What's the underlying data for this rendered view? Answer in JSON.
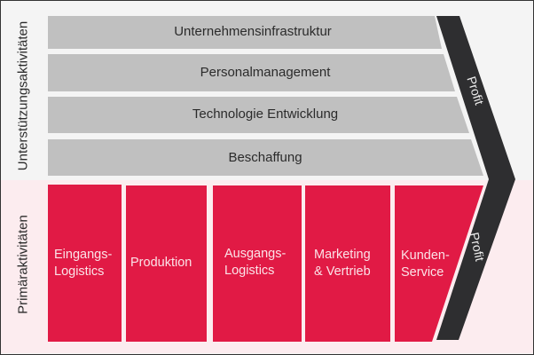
{
  "support_label": "Unterstützungsaktivitäten",
  "primary_label": "Primäraktivitäten",
  "support_activities": [
    "Unternehmensinfrastruktur",
    "Personalmanagement",
    "Technologie Entwicklung",
    "Beschaffung"
  ],
  "primary_activities": [
    {
      "line1": "Eingangs-",
      "line2": "Logistics"
    },
    {
      "line1": "Produktion",
      "line2": ""
    },
    {
      "line1": "Ausgangs-",
      "line2": "Logistics"
    },
    {
      "line1": "Marketing",
      "line2": "& Vertrieb"
    },
    {
      "line1": "Kunden-",
      "line2": "Service"
    }
  ],
  "profit_labels": [
    "Profit",
    "Profit"
  ],
  "colors": {
    "support": "#c0c0c0",
    "primary": "#e11a45",
    "profit": "#2e2e30"
  }
}
